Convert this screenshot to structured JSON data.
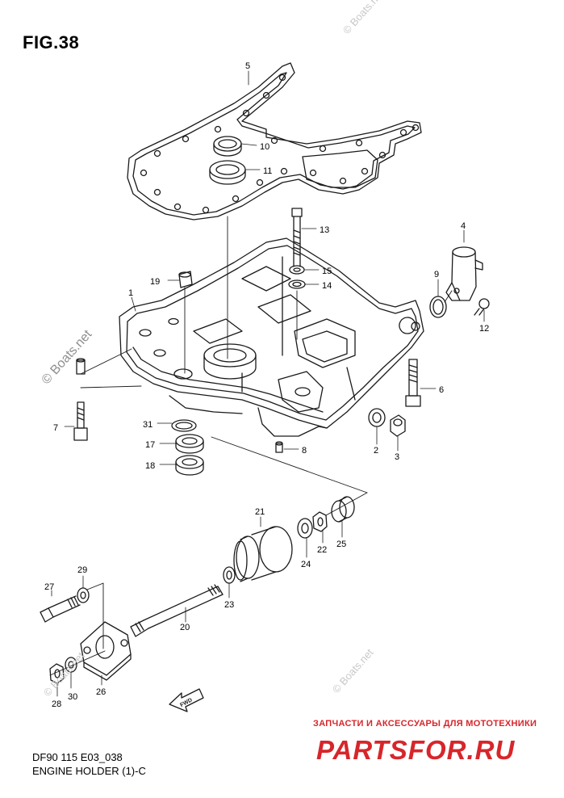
{
  "figure": {
    "title": "FIG.38",
    "code": "DF90 115 E03_038",
    "caption": "ENGINE HOLDER (1)-C"
  },
  "watermarks": {
    "side": "© Boats.net",
    "corner": "© Boats.net"
  },
  "shop": {
    "tagline": "ЗАПЧАСТИ И АКСЕССУАРЫ ДЛЯ МОТОТЕХНИКИ",
    "logo": "PARTSFOR.RU"
  },
  "fwd_label": "FWD",
  "callouts": [
    "1",
    "2",
    "3",
    "4",
    "5",
    "6",
    "7",
    "8",
    "9",
    "10",
    "11",
    "12",
    "13",
    "14",
    "15",
    "17",
    "18",
    "19",
    "20",
    "21",
    "22",
    "23",
    "24",
    "25",
    "26",
    "27",
    "28",
    "29",
    "30",
    "31"
  ],
  "colors": {
    "line": "#1a1a1a",
    "watermark": "#c8c8c8",
    "shop": "#d7262b"
  }
}
